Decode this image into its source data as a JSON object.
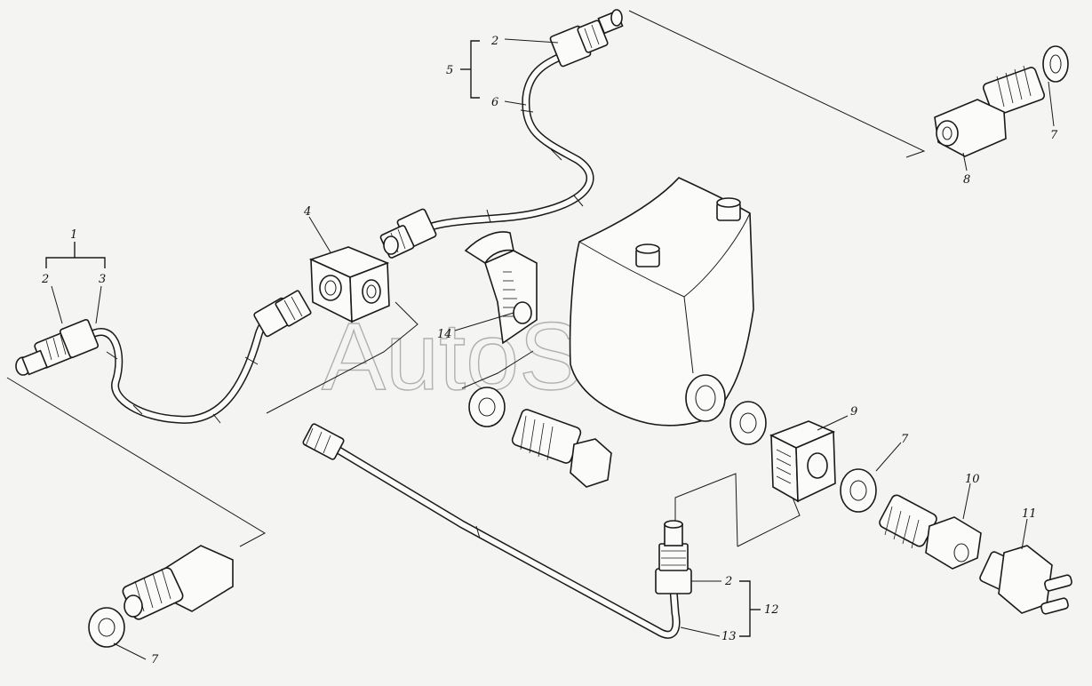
{
  "labels": {
    "l1": "1",
    "l2a": "2",
    "l3": "3",
    "l2b": "2",
    "l5": "5",
    "l6": "6",
    "l4": "4",
    "l8": "8",
    "l7a": "7",
    "l14": "14",
    "l9": "9",
    "l7b": "7",
    "l10": "10",
    "l11": "11",
    "l2c": "2",
    "l12": "12",
    "l13": "13",
    "l7c": "7"
  },
  "watermark": "AutoSoft"
}
